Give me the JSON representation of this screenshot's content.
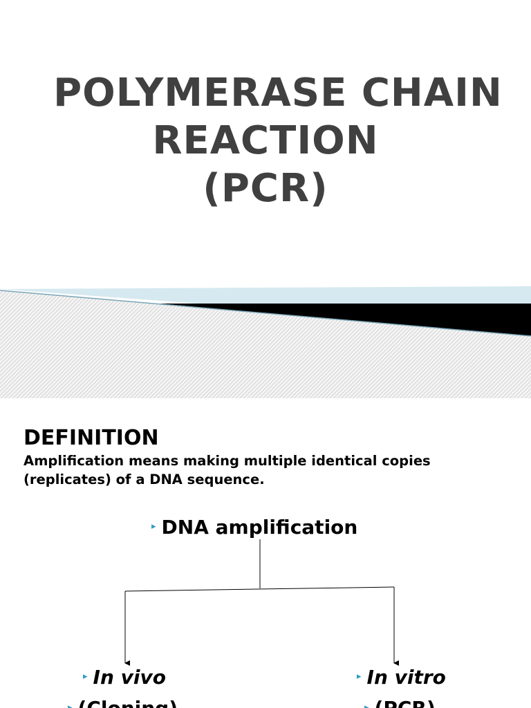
{
  "slide1": {
    "title_lines": [
      "POLYMERASE CHAIN",
      "REACTION",
      "(PCR)"
    ],
    "colors": {
      "title": "#404040",
      "band_light": "#d6e9f0",
      "band_dark": "#000000",
      "texture": "#c8c8c8"
    }
  },
  "slide2": {
    "heading": "DEFINITION",
    "definition": "Amplification means making multiple identical copies (replicates) of a DNA sequence.",
    "tree": {
      "root": "DNA amplification",
      "left": "In vivo",
      "right": "In vitro",
      "left_sub": "(Cloning)",
      "right_sub": "(PCR)"
    },
    "colors": {
      "bullet": "#2e9bbf",
      "text": "#000000"
    },
    "icons": {
      "bullet": "triangle-bullet-icon",
      "arrow": "arrow-down-icon"
    }
  }
}
